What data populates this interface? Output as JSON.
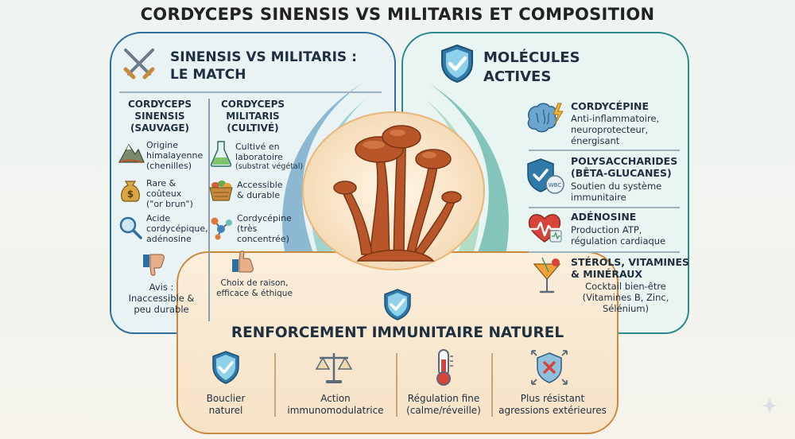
{
  "title": "CORDYCEPS SINENSIS VS MILITARIS ET COMPOSITION",
  "left_panel": {
    "heading_line1": "SINENSIS VS MILITARIS :",
    "heading_line2": "LE MATCH",
    "icon": "crossed-swords-icon",
    "sinensis": {
      "head_line1": "CORDYCEPS",
      "head_line2": "SINENSIS",
      "head_line3": "(SAUVAGE)",
      "items": [
        {
          "icon": "mountain-icon",
          "lines": [
            "Origine",
            "himalayenne",
            "(chenilles)"
          ]
        },
        {
          "icon": "money-bag-icon",
          "lines": [
            "Rare &",
            "coûteux",
            "(\"or brun\")"
          ]
        },
        {
          "icon": "magnifier-icon",
          "lines": [
            "Acide",
            "cordycépique,",
            "adénosine"
          ]
        }
      ],
      "verdict_icon": "thumbs-down-icon",
      "verdict_lines": [
        "Avis :",
        "Inaccessible &",
        "peu durable"
      ]
    },
    "militaris": {
      "head_line1": "CORDYCEPS",
      "head_line2": "MILITARIS",
      "head_line3": "(CULTIVÉ)",
      "items": [
        {
          "icon": "flask-icon",
          "lines": [
            "Cultivé en",
            "laboratoire"
          ],
          "small": "(substrat végétal)"
        },
        {
          "icon": "basket-icon",
          "lines": [
            "Accessible",
            "& durable"
          ]
        },
        {
          "icon": "molecule-icon",
          "lines": [
            "Cordycépine",
            "(très",
            "concentrée)"
          ]
        }
      ],
      "verdict_icon": "thumbs-up-icon",
      "verdict_lines": [
        "Choix de raison,",
        "efficace & éthique"
      ]
    }
  },
  "right_panel": {
    "heading_line1": "MOLÉCULES",
    "heading_line2": "ACTIVES",
    "icon": "shield-check-icon",
    "molecules": [
      {
        "icon": "brain-lightning-icon",
        "name_lines": [
          "CORDYCÉPINE"
        ],
        "desc_lines": [
          "Anti-inflammatoire,",
          "neuroprotecteur,",
          "énergisant"
        ]
      },
      {
        "icon": "shield-wbc-icon",
        "badge": "WBC",
        "name_lines": [
          "POLYSACCHARIDES",
          "(BÊTA-GLUCANES)"
        ],
        "desc_lines": [
          "Soutien du système",
          "immunitaire"
        ]
      },
      {
        "icon": "heart-pulse-icon",
        "name_lines": [
          "ADÉNOSINE"
        ],
        "desc_lines": [
          "Production ATP,",
          "régulation cardiaque"
        ]
      },
      {
        "icon": "cocktail-icon",
        "name_lines": [
          "STÉROLS, VITAMINES",
          "& MINÉRAUX"
        ],
        "desc_lines": [
          "Cocktail bien-être",
          "(Vitamines B, Zinc,",
          "Sélénium)"
        ]
      }
    ]
  },
  "bottom_panel": {
    "title": "RENFORCEMENT IMMUNITAIRE NATUREL",
    "badge_icon": "shield-check-icon",
    "items": [
      {
        "icon": "shield-check-icon",
        "lines": [
          "Bouclier",
          "naturel"
        ]
      },
      {
        "icon": "balance-scale-icon",
        "lines": [
          "Action",
          "immunomodulatrice"
        ]
      },
      {
        "icon": "thermometer-icon",
        "lines": [
          "Régulation fine",
          "(calme/réveille)"
        ]
      },
      {
        "icon": "shield-x-arrows-icon",
        "lines": [
          "Plus résistant",
          "agressions extérieures"
        ]
      }
    ]
  },
  "colors": {
    "left_border": "#2f6fa0",
    "right_border": "#2b8a8a",
    "bottom_border": "#c98a3e",
    "mushroom": "#b8562a"
  }
}
